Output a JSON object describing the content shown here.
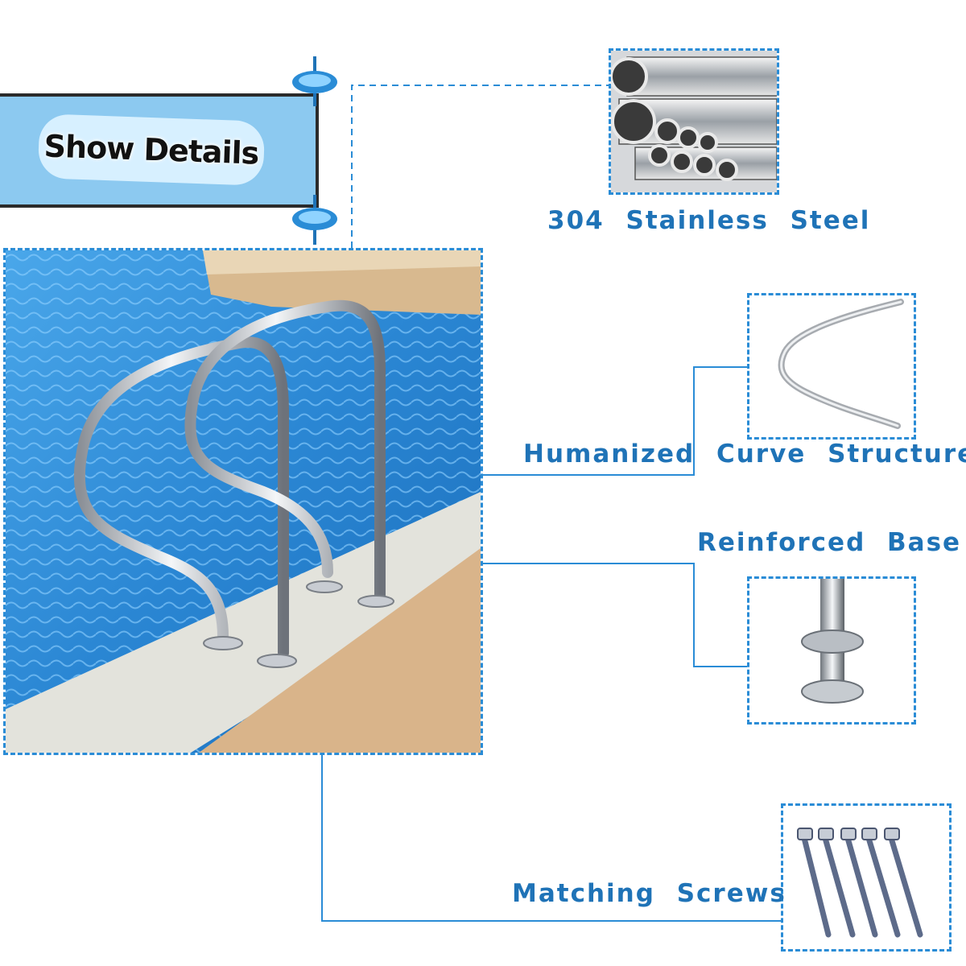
{
  "banner": {
    "title": "Show Details"
  },
  "features": {
    "steel": {
      "label": "304 Stainless Steel",
      "icon": "steel-pipes-icon"
    },
    "curve": {
      "label": "Humanized Curve Structure",
      "icon": "curved-rail-icon"
    },
    "base": {
      "label": "Reinforced Base",
      "icon": "base-flange-icon"
    },
    "screws": {
      "label": "Matching Screws",
      "icon": "expansion-screws-icon"
    }
  },
  "colors": {
    "accent": "#2a8cd6",
    "label": "#1f73b7",
    "banner": "#8cc9f0",
    "pool": "#2f8fd8",
    "deck": "#d9b48a"
  }
}
